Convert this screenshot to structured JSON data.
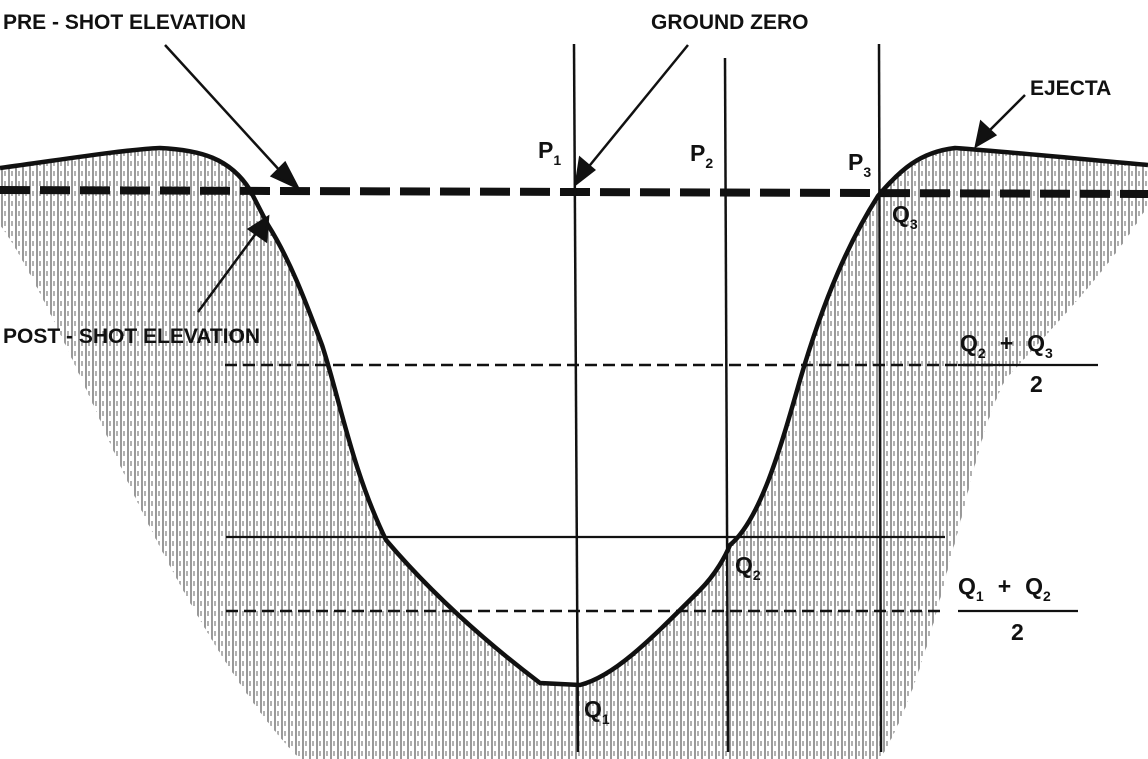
{
  "labels": {
    "pre_shot": "PRE - SHOT ELEVATION",
    "ground_zero": "GROUND ZERO",
    "ejecta": "EJECTA",
    "post_shot": "POST - SHOT ELEVATION"
  },
  "points": {
    "p1": {
      "base": "P",
      "sub": "1"
    },
    "p2": {
      "base": "P",
      "sub": "2"
    },
    "p3": {
      "base": "P",
      "sub": "3"
    },
    "q1": {
      "base": "Q",
      "sub": "1"
    },
    "q2": {
      "base": "Q",
      "sub": "2"
    },
    "q3": {
      "base": "Q",
      "sub": "3"
    }
  },
  "fractions": {
    "upper": {
      "a": "Q",
      "a_sub": "2",
      "op": "+",
      "b": "Q",
      "b_sub": "3",
      "den": "2"
    },
    "lower": {
      "a": "Q",
      "a_sub": "1",
      "op": "+",
      "b": "Q",
      "b_sub": "2",
      "den": "2"
    }
  },
  "colors": {
    "ink": "#111111",
    "hatch": "#555555",
    "paper": "#ffffff"
  }
}
